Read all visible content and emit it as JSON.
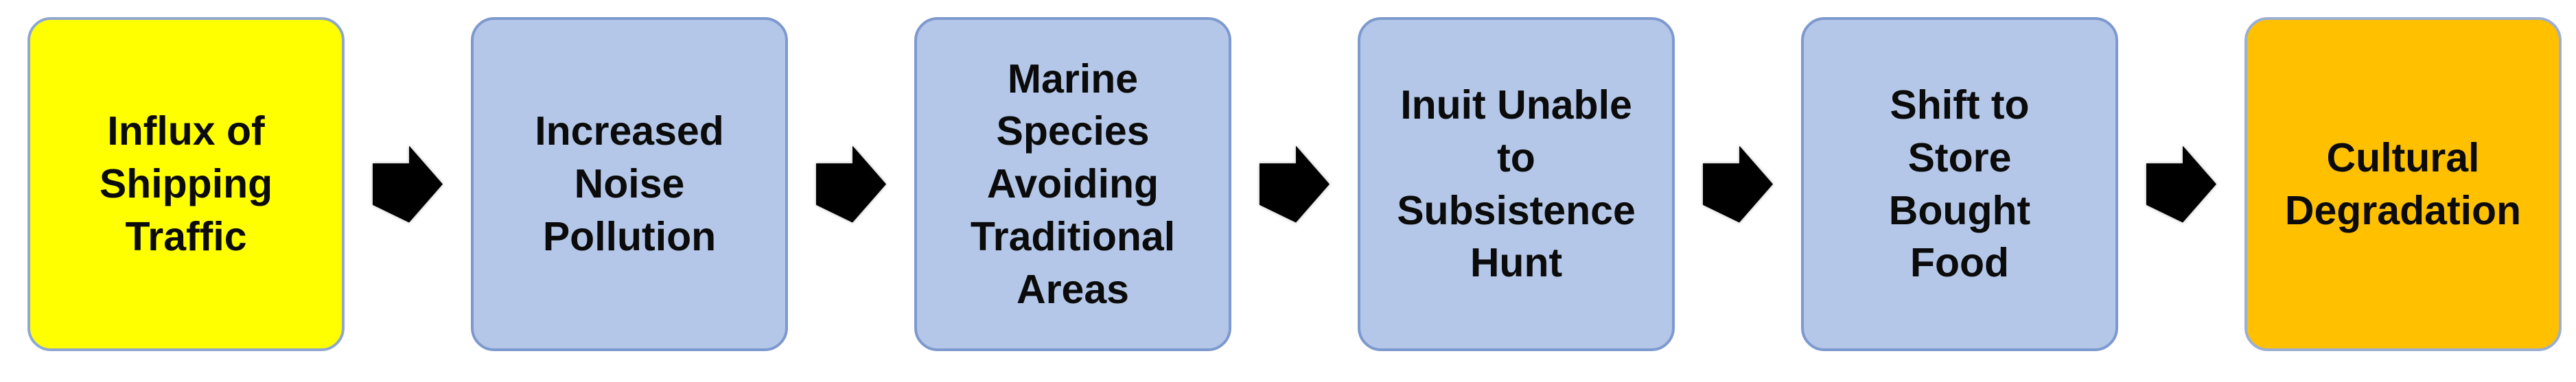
{
  "diagram": {
    "description": "Causal flow diagram, left to right, six rounded boxes linked by solid black right-pointing block arrows",
    "background_color": "#FFFFFF",
    "arrow_color": "#000000",
    "text_color": "#0B0B0B",
    "steps": [
      {
        "label": "Influx of\nShipping\nTraffic",
        "fill": "#FFFF00",
        "border": "#8FA6D2"
      },
      {
        "label": "Increased\nNoise\nPollution",
        "fill": "#B4C7E8",
        "border": "#7D99CE"
      },
      {
        "label": "Marine\nSpecies\nAvoiding\nTraditional\nAreas",
        "fill": "#B4C7E8",
        "border": "#7D99CE"
      },
      {
        "label": "Inuit Unable\nto\nSubsistence\nHunt",
        "fill": "#B4C7E8",
        "border": "#7D99CE"
      },
      {
        "label": "Shift to\nStore\nBought\nFood",
        "fill": "#B4C7E8",
        "border": "#7D99CE"
      },
      {
        "label": "Cultural\nDegradation",
        "fill": "#FFC000",
        "border": "#9BAFD2"
      }
    ]
  }
}
